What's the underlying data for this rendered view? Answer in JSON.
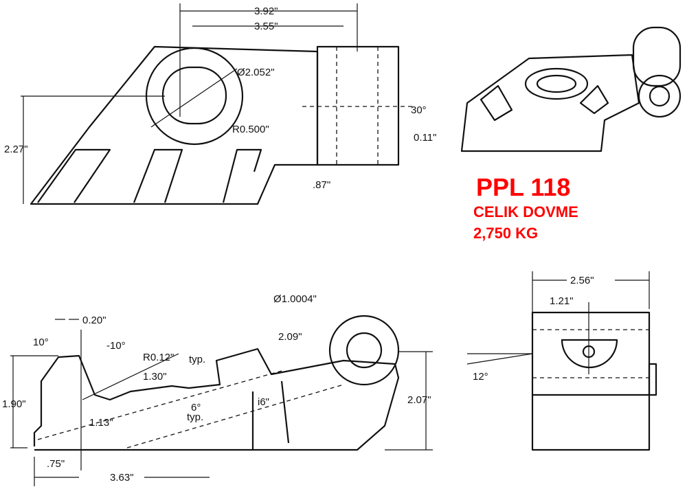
{
  "title": {
    "part": "PPL 118",
    "material": "CELIK DOVME",
    "weight": "2,750 KG"
  },
  "colors": {
    "title": "#ff0000",
    "line": "#111111"
  },
  "side_view": {
    "overall_width": "3.92\"",
    "inner_width": "3.55\"",
    "bore_diameter": "Ø2.052\"",
    "radius": "R0.500\"",
    "angle": "30°",
    "offset": "0.11\"",
    "height": "2.27\"",
    "base_height": ".87\""
  },
  "profile_view": {
    "tip_width": "0.20\"",
    "tip_angle": "10°",
    "slope_angle": "-10°",
    "fillet": "R0.12\"",
    "fillet_note": "typ.",
    "step": "1.30\"",
    "top_offset": "2.09\"",
    "pin_diameter": "Ø1.0004\"",
    "pocket": "i6\"",
    "pocket_angle": "6°",
    "pocket_note": "typ.",
    "height": "1.90\"",
    "inner_height": "1.13\"",
    "front_length": ".75\"",
    "length": "3.63\"",
    "eye_height": "2.07\""
  },
  "end_view": {
    "width": "2.56\"",
    "half_width": "1.21\"",
    "angle": "12°"
  }
}
